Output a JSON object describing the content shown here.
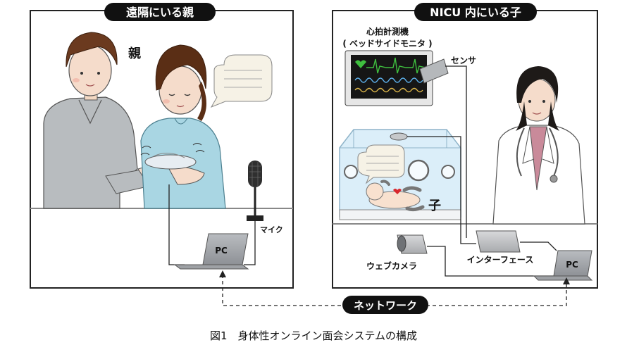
{
  "left_panel": {
    "title": "遠隔にいる親",
    "parent_label": "親",
    "mic_label": "マイク",
    "pc_label": "PC"
  },
  "right_panel": {
    "title": "NICU 内にいる子",
    "monitor_label": "心拍計測機",
    "monitor_sublabel": "( ベッドサイドモニタ )",
    "sensor_label": "センサ",
    "child_label": "子",
    "webcam_label": "ウェブカメラ",
    "interface_label": "インターフェース",
    "pc_label": "PC"
  },
  "network_label": "ネットワーク",
  "caption": "図1　身体性オンライン面会システムの構成",
  "colors": {
    "heart": "#3fbf3f",
    "baby_heart": "#d9262c",
    "incubator": "#dbeef9",
    "panel_border": "#222222"
  }
}
